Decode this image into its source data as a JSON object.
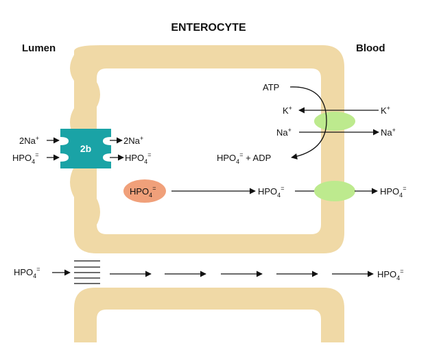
{
  "title": "ENTEROCYTE",
  "lumen_label": "Lumen",
  "blood_label": "Blood",
  "colors": {
    "cell": "#f0d9a6",
    "transporter": "#1aa3a6",
    "pump": "#bdea8e",
    "phosphate_pool": "#f0a07a",
    "arrow": "#111111"
  },
  "transporter": {
    "label": "2b",
    "na_in": {
      "base": "2Na",
      "sup": "+"
    },
    "na_out": {
      "base": "2Na",
      "sup": "+"
    },
    "hpo4_in": {
      "base": "HPO",
      "sub": "4",
      "sup": "="
    },
    "hpo4_out": {
      "base": "HPO",
      "sub": "4",
      "sup": "="
    }
  },
  "pump": {
    "atp": "ATP",
    "k_in": {
      "base": "K",
      "sup": "+"
    },
    "k_out": {
      "base": "K",
      "sup": "+"
    },
    "na_in": {
      "base": "Na",
      "sup": "+"
    },
    "na_out": {
      "base": "Na",
      "sup": "+"
    },
    "products": {
      "base": "HPO",
      "sub": "4",
      "sup": "=",
      "tail": " + ADP"
    }
  },
  "transcellular": {
    "pool": {
      "base": "HPO",
      "sub": "4",
      "sup": "="
    },
    "middle": {
      "base": "HPO",
      "sub": "4",
      "sup": "="
    },
    "out": {
      "base": "HPO",
      "sub": "4",
      "sup": "="
    }
  },
  "paracellular": {
    "in": {
      "base": "HPO",
      "sub": "4",
      "sup": "="
    },
    "out": {
      "base": "HPO",
      "sub": "4",
      "sup": "="
    }
  }
}
